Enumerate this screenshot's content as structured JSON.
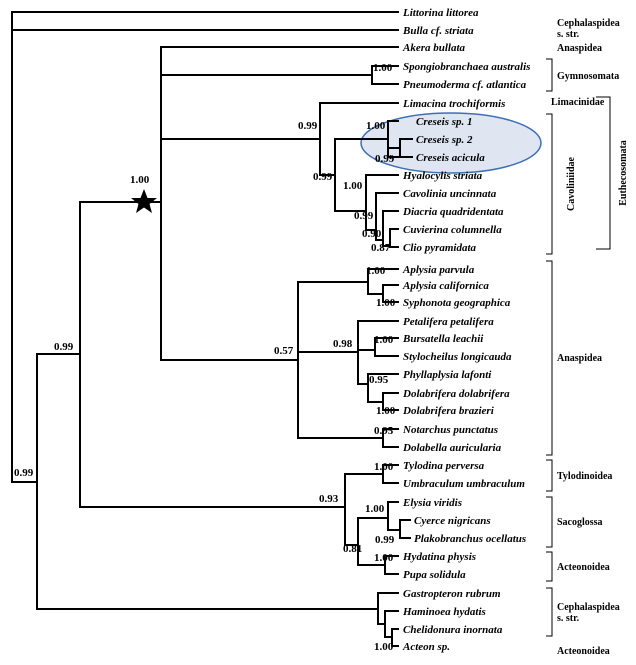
{
  "taxa": [
    "Littorina littorea",
    "Bulla cf. striata",
    "Akera bullata",
    "Spongiobranchaea australis",
    "Pneumoderma cf. atlantica",
    "Limacina trochiformis",
    "Creseis sp. 1",
    "Creseis sp. 2",
    "Creseis acicula",
    "Hyalocylis striata",
    "Cavolinia uncinnata",
    "Diacria quadridentata",
    "Cuvierina columnella",
    "Clio pyramidata",
    "Aplysia parvula",
    "Aplysia californica",
    "Syphonota geographica",
    "Petalifera petalifera",
    "Bursatella leachii",
    "Stylocheilus longicauda",
    "Phyllaplysia lafonti",
    "Dolabrifera dolabrifera",
    "Dolabrifera brazieri",
    "Notarchus punctatus",
    "Dolabella auricularia",
    "Tylodina perversa",
    "Umbraculum umbraculum",
    "Elysia viridis",
    "Cyerce nigricans",
    "Plakobranchus ocellatus",
    "Hydatina physis",
    "Pupa solidula",
    "Gastropteron rubrum",
    "Haminoea hydatis",
    "Chelidonura inornata",
    "Acteon sp."
  ],
  "supports": {
    "root": "0.99",
    "n099a": "0.99",
    "star": "1.00",
    "gymno": "1.00",
    "thecos": "0.99",
    "cavol": "0.99",
    "creseis": "1.00",
    "creseis2": "0.99",
    "hyalo": "1.00",
    "diacria": "0.99",
    "cuvierina": "0.90",
    "clio": "0.87",
    "anaspA": "0.57",
    "aplysia": "1.00",
    "syphonota": "1.00",
    "b098": "0.98",
    "bursatella": "1.00",
    "phyllaplysia": "0.95",
    "dolabrifera": "1.00",
    "notarchus": "0.95",
    "b093": "0.93",
    "tylodina": "1.00",
    "elysia": "1.00",
    "cyerce": "0.99",
    "b081": "0.81",
    "hydatina": "1.00",
    "acteon": "1.00"
  },
  "groups": {
    "cephalaspidea_top_1": "Cephalaspidea",
    "cephalaspidea_top_2": "s. str.",
    "anaspidea_top": "Anaspidea",
    "gymnosomata": "Gymnosomata",
    "limacinidae": "Limacinidae",
    "cavoliniidae": "Cavoliniidae",
    "euthecosomata": "Euthecosomata",
    "anaspidea_main": "Anaspidea",
    "tylodinoidea": "Tylodinoidea",
    "sacoglossa": "Sacoglossa",
    "acteonoidea_1": "Acteonoidea",
    "cephalaspidea_bot_1": "Cephalaspidea",
    "cephalaspidea_bot_2": "s. str.",
    "acteonoidea_2": "Acteonoidea"
  },
  "highlight_color": "#dfe6f1",
  "highlight_stroke": "#3d6fb6"
}
